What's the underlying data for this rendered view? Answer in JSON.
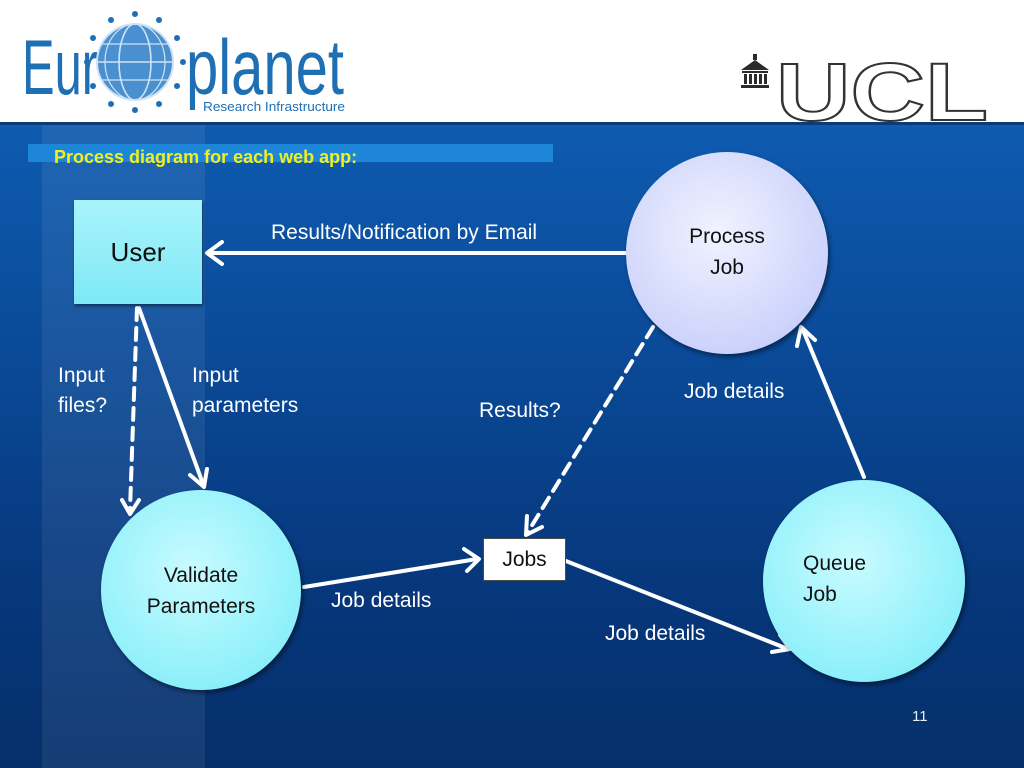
{
  "header": {
    "logo_left": {
      "part1": "Eur",
      "part2": "planet",
      "subtitle": "Research Infrastructure"
    },
    "logo_right": {
      "text": "UCL"
    }
  },
  "title": "Process diagram for each web app:",
  "nodes": {
    "user": "User",
    "validate": {
      "line1": "Validate",
      "line2": "Parameters"
    },
    "process": {
      "line1": "Process",
      "line2": "Job"
    },
    "queue": {
      "line1": "Queue",
      "line2": "Job"
    },
    "jobs": "Jobs"
  },
  "labels": {
    "results_email": "Results/Notification by Email",
    "input_files": {
      "line1": "Input",
      "line2": "files?"
    },
    "input_params": {
      "line1": "Input",
      "line2": "parameters"
    },
    "results_q": "Results?",
    "job_details_top": "Job details",
    "job_details_validate": "Job details",
    "job_details_queue": "Job details"
  },
  "slide_number": "11",
  "colors": {
    "title_text": "#f3ef1f",
    "title_bar": "#1e86d6",
    "logo_blue": "#1e6fb3",
    "background": "#0a4a98"
  }
}
